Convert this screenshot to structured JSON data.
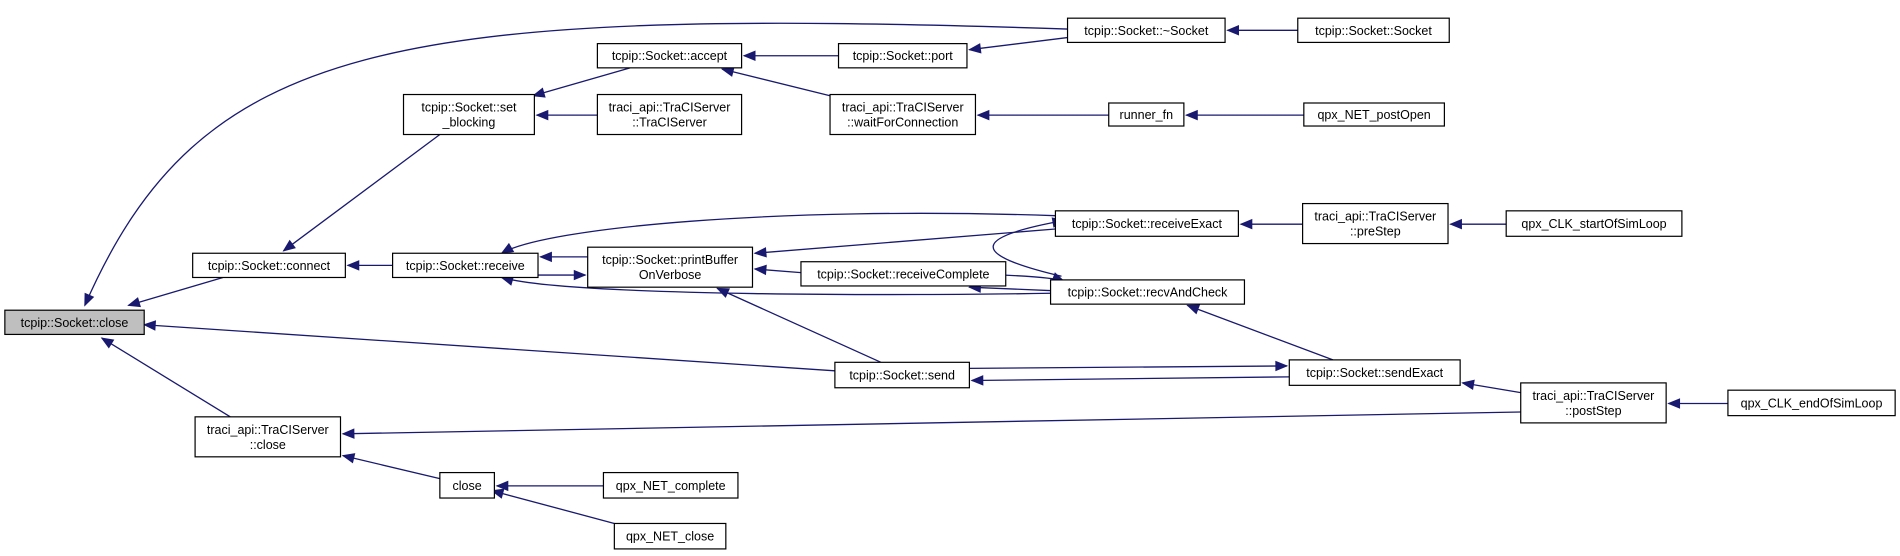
{
  "diagram": {
    "nodes": [
      {
        "id": "socket_close",
        "lines": [
          "tcpip::Socket::close"
        ],
        "root": true
      },
      {
        "id": "socket_connect",
        "lines": [
          "tcpip::Socket::connect"
        ]
      },
      {
        "id": "socket_set_blocking",
        "lines": [
          "tcpip::Socket::set",
          "_blocking"
        ]
      },
      {
        "id": "socket_accept",
        "lines": [
          "tcpip::Socket::accept"
        ]
      },
      {
        "id": "server_ctor",
        "lines": [
          "traci_api::TraCIServer",
          "::TraCIServer"
        ]
      },
      {
        "id": "socket_port",
        "lines": [
          "tcpip::Socket::port"
        ]
      },
      {
        "id": "socket_dtor",
        "lines": [
          "tcpip::Socket::~Socket"
        ]
      },
      {
        "id": "socket_ctor",
        "lines": [
          "tcpip::Socket::Socket"
        ]
      },
      {
        "id": "wait_for_connection",
        "lines": [
          "traci_api::TraCIServer",
          "::waitForConnection"
        ]
      },
      {
        "id": "runner_fn",
        "lines": [
          "runner_fn"
        ]
      },
      {
        "id": "qpx_net_post_open",
        "lines": [
          "qpx_NET_postOpen"
        ]
      },
      {
        "id": "socket_receive",
        "lines": [
          "tcpip::Socket::receive"
        ]
      },
      {
        "id": "socket_print_buffer",
        "lines": [
          "tcpip::Socket::printBuffer",
          "OnVerbose"
        ]
      },
      {
        "id": "socket_receive_exact",
        "lines": [
          "tcpip::Socket::receiveExact"
        ]
      },
      {
        "id": "server_pre_step",
        "lines": [
          "traci_api::TraCIServer",
          "::preStep"
        ]
      },
      {
        "id": "qpx_clk_start",
        "lines": [
          "qpx_CLK_startOfSimLoop"
        ]
      },
      {
        "id": "socket_receive_complete",
        "lines": [
          "tcpip::Socket::receiveComplete"
        ]
      },
      {
        "id": "socket_recv_and_check",
        "lines": [
          "tcpip::Socket::recvAndCheck"
        ]
      },
      {
        "id": "socket_send",
        "lines": [
          "tcpip::Socket::send"
        ]
      },
      {
        "id": "socket_send_exact",
        "lines": [
          "tcpip::Socket::sendExact"
        ]
      },
      {
        "id": "server_post_step",
        "lines": [
          "traci_api::TraCIServer",
          "::postStep"
        ]
      },
      {
        "id": "qpx_clk_end",
        "lines": [
          "qpx_CLK_endOfSimLoop"
        ]
      },
      {
        "id": "server_close",
        "lines": [
          "traci_api::TraCIServer",
          "::close"
        ]
      },
      {
        "id": "close_fn",
        "lines": [
          "close"
        ]
      },
      {
        "id": "qpx_net_complete",
        "lines": [
          "qpx_NET_complete"
        ]
      },
      {
        "id": "qpx_net_close",
        "lines": [
          "qpx_NET_close"
        ]
      }
    ],
    "edges": [
      {
        "from": "socket_connect",
        "to": "socket_close"
      },
      {
        "from": "socket_dtor",
        "to": "socket_close"
      },
      {
        "from": "socket_send",
        "to": "socket_close"
      },
      {
        "from": "server_close",
        "to": "socket_close"
      },
      {
        "from": "socket_set_blocking",
        "to": "socket_connect"
      },
      {
        "from": "socket_receive",
        "to": "socket_connect"
      },
      {
        "from": "socket_accept",
        "to": "socket_set_blocking"
      },
      {
        "from": "server_ctor",
        "to": "socket_set_blocking"
      },
      {
        "from": "socket_port",
        "to": "socket_accept"
      },
      {
        "from": "wait_for_connection",
        "to": "socket_accept"
      },
      {
        "from": "socket_dtor",
        "to": "socket_port"
      },
      {
        "from": "socket_ctor",
        "to": "socket_dtor"
      },
      {
        "from": "runner_fn",
        "to": "wait_for_connection"
      },
      {
        "from": "qpx_net_post_open",
        "to": "runner_fn"
      },
      {
        "from": "socket_print_buffer",
        "to": "socket_receive"
      },
      {
        "from": "socket_receive_exact",
        "to": "socket_print_buffer"
      },
      {
        "from": "socket_receive_complete",
        "to": "socket_print_buffer"
      },
      {
        "from": "socket_send",
        "to": "socket_print_buffer"
      },
      {
        "from": "socket_recv_and_check",
        "to": "socket_receive_complete"
      },
      {
        "from": "server_pre_step",
        "to": "socket_receive_exact"
      },
      {
        "from": "qpx_clk_start",
        "to": "server_pre_step"
      },
      {
        "from": "socket_send_exact",
        "to": "socket_recv_and_check"
      },
      {
        "from": "socket_send_exact",
        "to": "socket_send"
      },
      {
        "from": "server_post_step",
        "to": "socket_send_exact"
      },
      {
        "from": "server_post_step",
        "to": "server_close"
      },
      {
        "from": "qpx_clk_end",
        "to": "server_post_step"
      },
      {
        "from": "close_fn",
        "to": "server_close"
      },
      {
        "from": "qpx_net_complete",
        "to": "close_fn"
      },
      {
        "from": "qpx_net_close",
        "to": "close_fn"
      }
    ]
  }
}
